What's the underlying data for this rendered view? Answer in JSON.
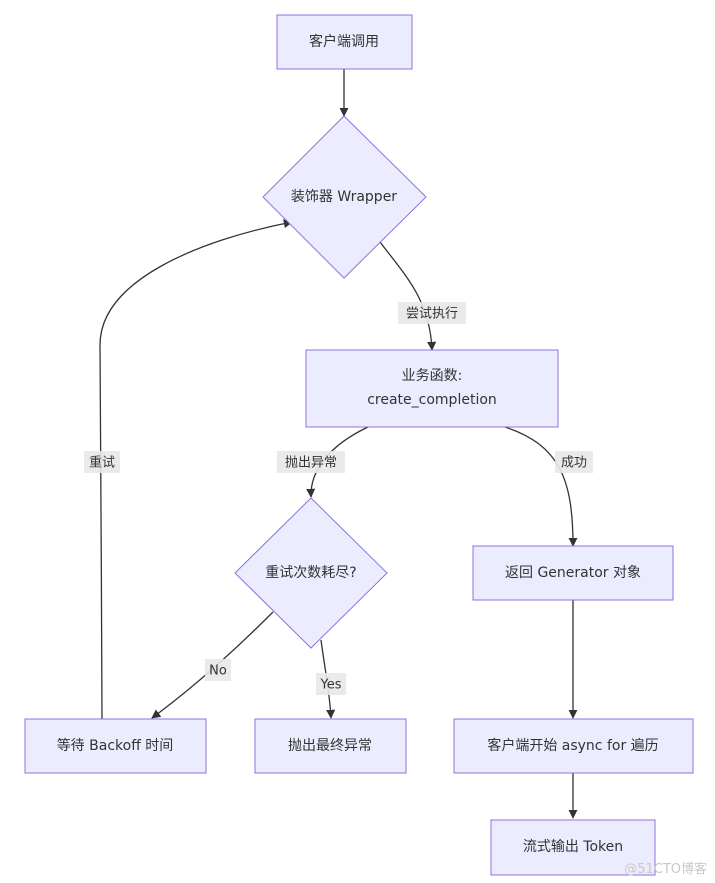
{
  "nodes": {
    "client_call": "客户端调用",
    "decorator": "装饰器 Wrapper",
    "business_fn_line1": "业务函数:",
    "business_fn_line2": "create_completion",
    "retry_exhausted": "重试次数耗尽?",
    "wait_backoff": "等待 Backoff 时间",
    "throw_final": "抛出最终异常",
    "return_generator": "返回 Generator 对象",
    "client_async_for": "客户端开始 async for 遍历",
    "stream_token": "流式输出 Token"
  },
  "edges": {
    "try_execute": "尝试执行",
    "throw_exception": "抛出异常",
    "success": "成功",
    "no": "No",
    "yes": "Yes",
    "retry": "重试"
  },
  "watermark": "@51CTO博客",
  "colors": {
    "node_fill": "#ECECFF",
    "node_stroke": "#9370DB",
    "edge": "#333333"
  }
}
